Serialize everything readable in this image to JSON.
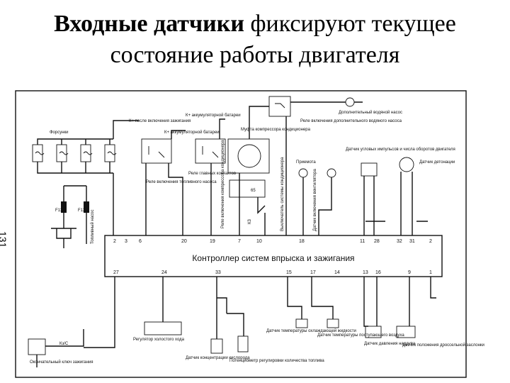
{
  "title": {
    "bold": "Входные датчики",
    "line1_rest": " фиксируют текущее",
    "line2": "состояние работы двигателя"
  },
  "side_number": "131",
  "controller_label": "Контроллер систем впрыска и зажигания",
  "top_pins": [
    "2",
    "3",
    "6",
    "20",
    "19",
    "7",
    "10",
    "18",
    "11",
    "28",
    "32",
    "31",
    "2"
  ],
  "bottom_pins": [
    "27",
    "24",
    "33",
    "15",
    "17",
    "14",
    "13",
    "16",
    "9",
    "1"
  ],
  "labels": {
    "injectors": "Форсунки",
    "relay_ignition_top": "К+ после включения зажигания",
    "relay_fuel_battery": "К+ аккумуляторной батареи",
    "relay_fan_battery": "К+ аккумуляторной батареи",
    "relay_fuel": "Реле включения топливного насоса",
    "relay_main": "Реле главных контактов",
    "clutch": "Муфта компрессора кондиционера",
    "extra_fan": "Дополнительный водяной насос",
    "relay_pump": "Реле включения дополнительного водяного насоса",
    "fuse_f13": "F13",
    "fuse_f12": "F12",
    "fuel_pump": "Топливный насос",
    "relay_ac": "Реле включения компрессора кондиционера",
    "switch_k3": "К3",
    "ac_switch": "Выключатель системы кондиционера",
    "pressure_switch": "Датчик включения вентилятора",
    "pressure": "Приемота",
    "idle_adjust": "Датчик угловых импульсов и числа оборотов двигателя",
    "knock": "Датчик детонации",
    "coolant_temp": "Датчик температуры охлаждающей жидкости",
    "air_temp": "Датчик температуры поступающего воздуха",
    "abs_pressure": "Датчик давления наддува",
    "throttle": "Датчик положения дроссельной заслонки",
    "idle_regulator": "Регулятор холостого хода",
    "co_sensor": "Датчик концентрации кислорода",
    "co_regulator": "Потенциометр регулировки количества топлива",
    "ecu_label": "Кз/С",
    "idle_switch": "Окончательный ключ зажигания",
    "connector_65": "65"
  }
}
